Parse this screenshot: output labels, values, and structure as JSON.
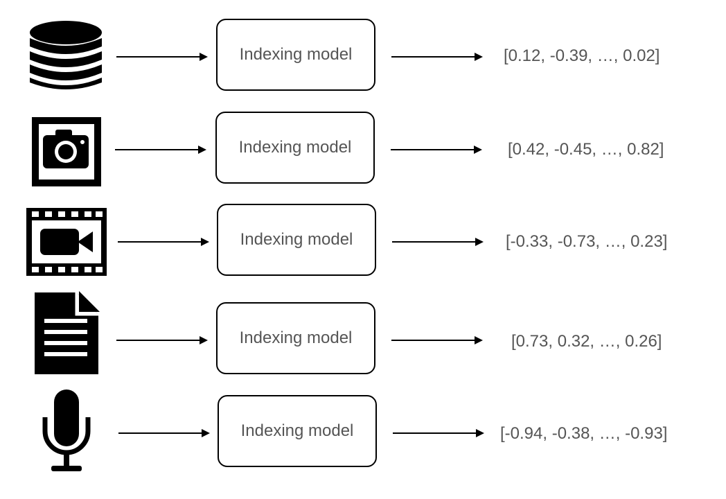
{
  "rows": [
    {
      "icon": "database-icon",
      "model_label": "Indexing model",
      "vector": "[0.12, -0.39, …, 0.02]"
    },
    {
      "icon": "image-icon",
      "model_label": "Indexing model",
      "vector": "[0.42, -0.45, …, 0.82]"
    },
    {
      "icon": "video-icon",
      "model_label": "Indexing model",
      "vector": "[-0.33, -0.73, …, 0.23]"
    },
    {
      "icon": "document-icon",
      "model_label": "Indexing model",
      "vector": "[0.73, 0.32, …, 0.26]"
    },
    {
      "icon": "microphone-icon",
      "model_label": "Indexing model",
      "vector": "[-0.94, -0.38, …, -0.93]"
    }
  ]
}
